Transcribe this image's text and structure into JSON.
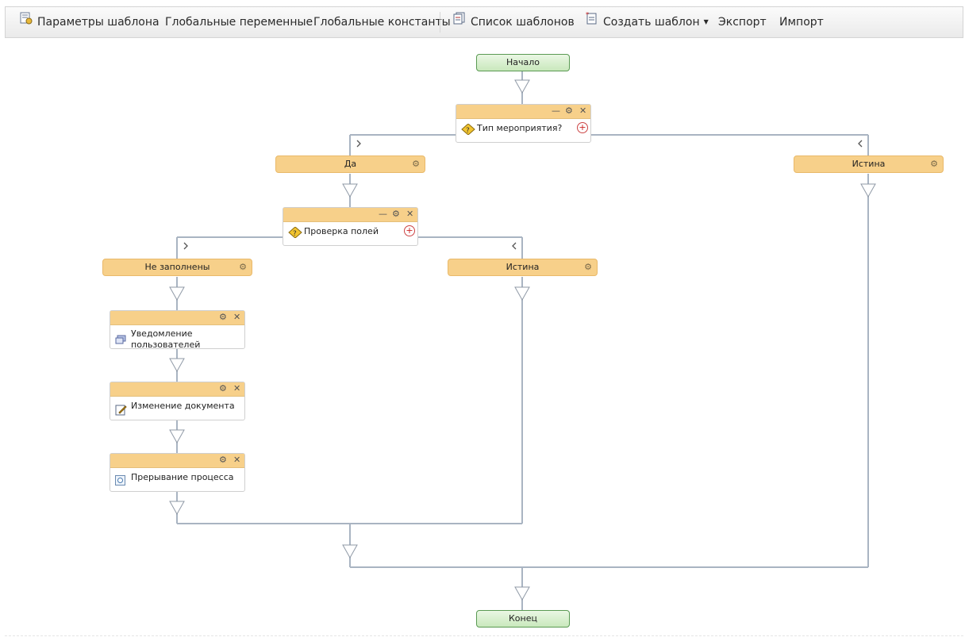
{
  "toolbar": {
    "template_params": "Параметры шаблона",
    "global_vars": "Глобальные переменные",
    "global_consts": "Глобальные константы",
    "template_list": "Список шаблонов",
    "create_template": "Создать шаблон",
    "export": "Экспорт",
    "import": "Импорт"
  },
  "flow": {
    "start": "Начало",
    "end": "Конец",
    "decision1": {
      "title": "Тип мероприятия?",
      "branch_yes": "Да",
      "branch_true": "Истина"
    },
    "decision2": {
      "title": "Проверка полей",
      "branch_empty": "Не заполнены",
      "branch_true": "Истина"
    },
    "actions": {
      "notify_line1": "Уведомление",
      "notify_line2": "пользователей",
      "change_doc": "Изменение документа",
      "abort": "Прерывание процесса"
    }
  },
  "icons": [
    "template-params-icon",
    "template-list-icon",
    "create-template-icon",
    "decision-icon",
    "notify-icon",
    "edit-doc-icon",
    "abort-icon",
    "gear-icon",
    "close-icon",
    "minimize-icon",
    "add-icon"
  ]
}
